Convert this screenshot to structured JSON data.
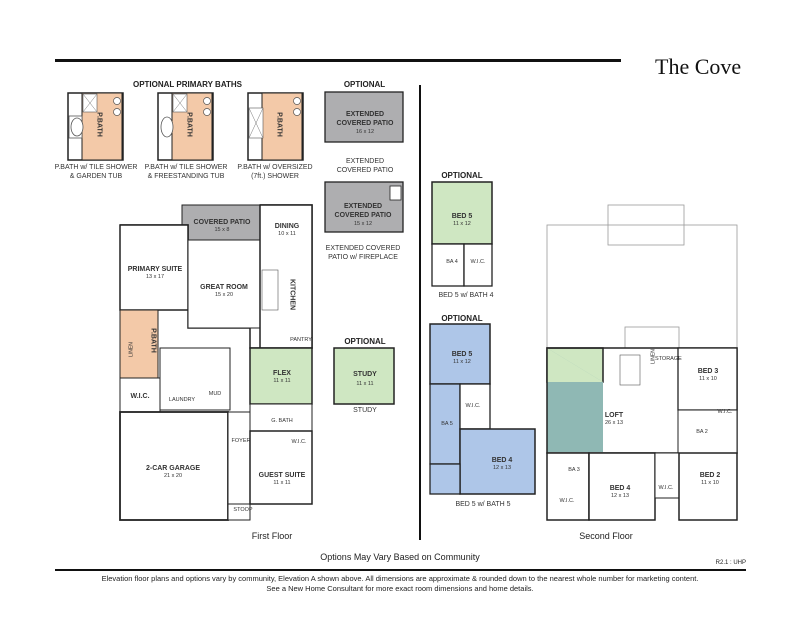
{
  "title": "The Cove",
  "sections": {
    "optional_primary_baths": "OPTIONAL PRIMARY BATHS",
    "optional_patio": "OPTIONAL",
    "optional_study": "OPTIONAL",
    "optional_bed5_bath4": "OPTIONAL",
    "optional_bed5_bath5": "OPTIONAL"
  },
  "bath_options": [
    {
      "label": "P.BATH",
      "caption": "P.BATH w/ TILE SHOWER & GARDEN TUB"
    },
    {
      "label": "P.BATH",
      "caption": "P.BATH w/ TILE SHOWER & FREESTANDING TUB"
    },
    {
      "label": "P.BATH",
      "caption": "P.BATH w/ OVERSIZED (7ft.) SHOWER"
    }
  ],
  "patio_options": [
    {
      "name": "EXTENDED COVERED PATIO",
      "dim": "16 x 12",
      "caption": "EXTENDED COVERED PATIO"
    },
    {
      "name": "EXTENDED COVERED PATIO",
      "dim": "15 x 12",
      "caption": "EXTENDED COVERED PATIO w/ FIREPLACE"
    }
  ],
  "study_option": {
    "name": "STUDY",
    "dim": "11 x 11",
    "caption": "STUDY"
  },
  "bed5_bath4": {
    "name": "BED 5",
    "dim": "11 x 12",
    "ba": "BA 4",
    "wic": "W.I.C.",
    "caption": "BED 5 w/ BATH 4"
  },
  "bed5_bath5": {
    "bed5": "BED 5",
    "bed5_dim": "11 x 12",
    "wic": "W.I.C.",
    "ba": "BA 5",
    "bed4": "BED 4",
    "bed4_dim": "12 x 13",
    "caption": "BED 5 w/ BATH 5"
  },
  "first_floor": {
    "caption": "First Floor",
    "rooms": {
      "covered_patio": {
        "name": "COVERED PATIO",
        "dim": "15 x 8"
      },
      "dining": {
        "name": "DINING",
        "dim": "10 x 11"
      },
      "primary_suite": {
        "name": "PRIMARY SUITE",
        "dim": "13 x 17"
      },
      "great_room": {
        "name": "GREAT ROOM",
        "dim": "15 x 20"
      },
      "kitchen": "KITCHEN",
      "pbath": "P.BATH",
      "linen": "LINEN",
      "pantry": "PANTRY",
      "wic": "W.I.C.",
      "laundry": "LAUNDRY",
      "mud": "MUD",
      "flex": {
        "name": "FLEX",
        "dim": "11 x 11"
      },
      "gbath": "G. BATH",
      "foyer": "FOYER",
      "wic2": "W.I.C.",
      "garage": {
        "name": "2-CAR GARAGE",
        "dim": "21 x 20"
      },
      "guest_suite": {
        "name": "GUEST SUITE",
        "dim": "11 x 11"
      },
      "stoop": "STOOP"
    }
  },
  "second_floor": {
    "caption": "Second Floor",
    "rooms": {
      "linen": "LINEN",
      "storage": "STORAGE",
      "bed3": {
        "name": "BED 3",
        "dim": "11 x 10"
      },
      "loft": {
        "name": "LOFT",
        "dim": "26 x 13"
      },
      "wic": "W.I.C.",
      "ba2": "BA 2",
      "ba3": "BA 3",
      "wic2": "W.I.C.",
      "bed4": {
        "name": "BED 4",
        "dim": "12 x 13"
      },
      "wic3": "W.I.C.",
      "bed2": {
        "name": "BED 2",
        "dim": "11 x 10"
      }
    }
  },
  "options_vary": "Options May Vary Based on Community",
  "revision": "R2.1 : UHP",
  "footer": [
    "Elevation floor plans and options vary by community, Elevation A shown above. All dimensions are approximate & rounded down to the nearest whole number for marketing content.",
    "See a New Home Consultant for more exact room dimensions and home details."
  ]
}
